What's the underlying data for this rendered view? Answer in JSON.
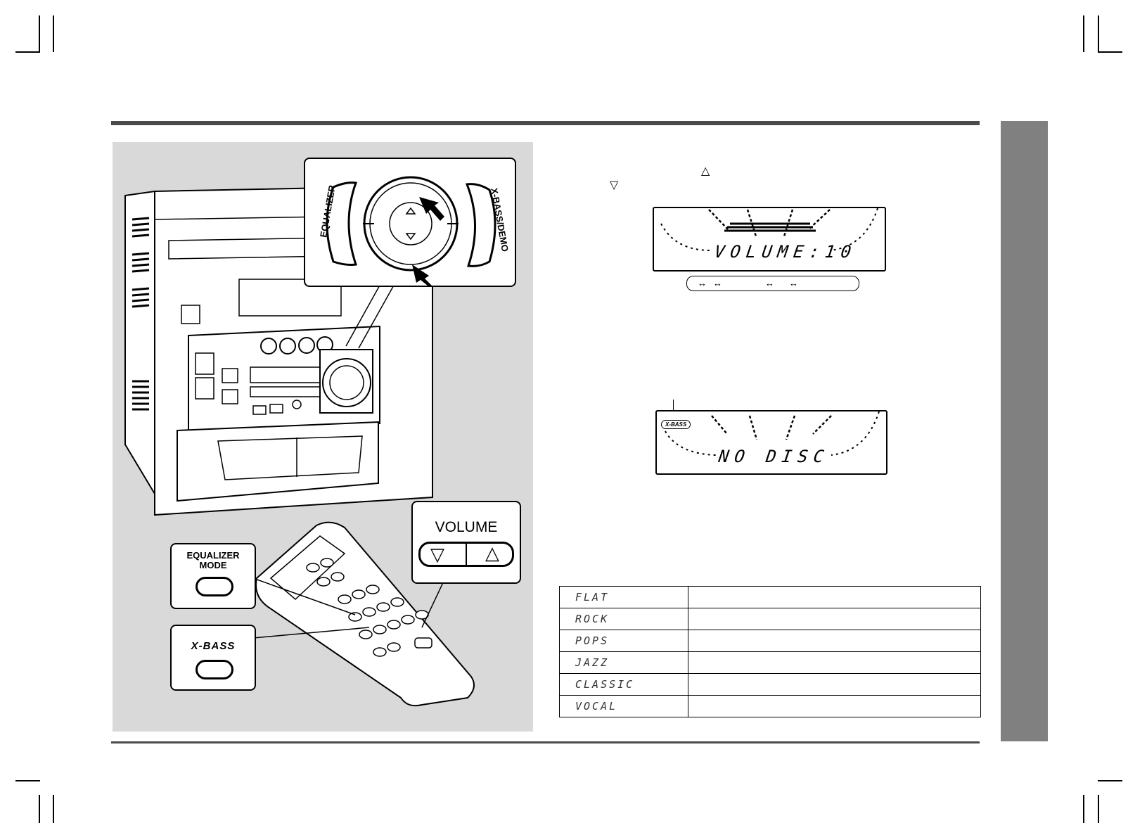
{
  "illustration": {
    "unit_knob_labels": {
      "left": "EQUALIZER",
      "right": "X-BASS/DEMO"
    },
    "volume_callout": {
      "label": "VOLUME",
      "down_glyph": "▽",
      "up_glyph": "△"
    },
    "equalizer_callout": {
      "label_line1": "EQUALIZER",
      "label_line2": "MODE"
    },
    "xbass_callout": {
      "label": "X-BASS"
    }
  },
  "instructions": {
    "up_glyph": "△",
    "down_glyph": "▽"
  },
  "display_volume": {
    "text": "VOLUME:10",
    "range_arrows": [
      "↔",
      "↔",
      "↔",
      "↔"
    ]
  },
  "display_nodisc": {
    "badge": "X-BASS",
    "text": "NO DISC"
  },
  "equalizer_modes": [
    {
      "mode": "FLAT"
    },
    {
      "mode": "ROCK"
    },
    {
      "mode": "POPS"
    },
    {
      "mode": "JAZZ"
    },
    {
      "mode": "CLASSIC"
    },
    {
      "mode": "VOCAL"
    }
  ]
}
